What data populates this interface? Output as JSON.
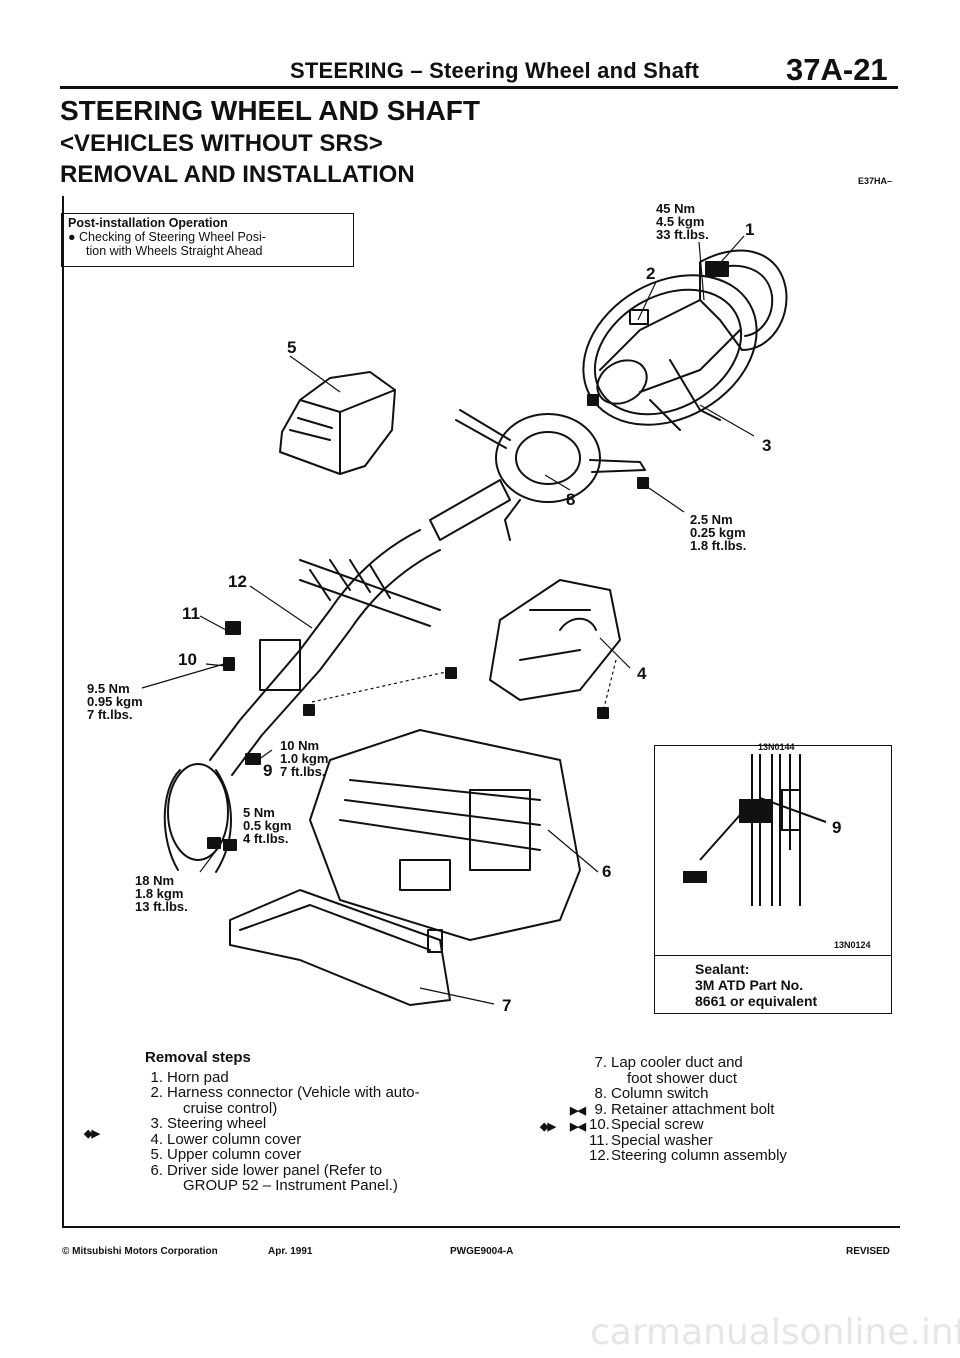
{
  "header": {
    "section_title": "STEERING – Steering Wheel and Shaft",
    "page_number": "37A-21"
  },
  "title": "STEERING WHEEL AND SHAFT",
  "subtitle": "<VEHICLES WITHOUT SRS>",
  "section": "REMOVAL AND INSTALLATION",
  "doc_code": "E37HA–",
  "post_installation": {
    "title": "Post-installation Operation",
    "bullet_line1": "Checking of Steering Wheel Posi-",
    "bullet_line2": "tion with Wheels Straight Ahead"
  },
  "torque_labels": {
    "t45": [
      "45 Nm",
      "4.5 kgm",
      "33 ft.lbs."
    ],
    "t25": [
      "2.5 Nm",
      "0.25 kgm",
      "1.8 ft.lbs."
    ],
    "t95": [
      "9.5 Nm",
      "0.95 kgm",
      "7 ft.lbs."
    ],
    "t10": [
      "10 Nm",
      "1.0 kgm",
      "7 ft.lbs."
    ],
    "t5": [
      "5 Nm",
      "0.5 kgm",
      "4 ft.lbs."
    ],
    "t18": [
      "18 Nm",
      "1.8 kgm",
      "13 ft.lbs."
    ]
  },
  "callouts": [
    "1",
    "2",
    "3",
    "4",
    "5",
    "6",
    "7",
    "8",
    "9",
    "10",
    "11",
    "12"
  ],
  "inset_callout": "9",
  "diagram_codes": {
    "main": "13N0144",
    "inset": "13N0124"
  },
  "sealant": {
    "line1": "Sealant:",
    "line2": "3M ATD Part No.",
    "line3": "8661 or equivalent"
  },
  "removal_steps": {
    "heading": "Removal steps",
    "items": [
      {
        "n": "1.",
        "text": "Horn pad",
        "cont": ""
      },
      {
        "n": "2.",
        "text": "Harness connector (Vehicle with auto-",
        "cont": "cruise control)"
      },
      {
        "n": "3.",
        "text": "Steering wheel",
        "cont": ""
      },
      {
        "n": "4.",
        "text": "Lower column cover",
        "cont": ""
      },
      {
        "n": "5.",
        "text": "Upper column cover",
        "cont": ""
      },
      {
        "n": "6.",
        "text": "Driver side lower panel (Refer to",
        "cont": "GROUP 52 – Instrument Panel.)"
      },
      {
        "n": "7.",
        "text": "Lap cooler duct and",
        "cont": "foot shower duct"
      },
      {
        "n": "8.",
        "text": "Column switch",
        "cont": ""
      },
      {
        "n": "9.",
        "text": "Retainer attachment bolt",
        "cont": ""
      },
      {
        "n": "10.",
        "text": "Special screw",
        "cont": ""
      },
      {
        "n": "11.",
        "text": "Special washer",
        "cont": ""
      },
      {
        "n": "12.",
        "text": "Steering column assembly",
        "cont": ""
      }
    ],
    "marks": {
      "step3": "◆▶",
      "step9": "▶◀",
      "step10a": "◆▶",
      "step10b": "▶◀"
    }
  },
  "footer": {
    "left": "© Mitsubishi Motors Corporation",
    "date": "Apr. 1991",
    "code": "PWGE9004-A",
    "status": "REVISED"
  },
  "watermark": "carmanualsonline.info"
}
